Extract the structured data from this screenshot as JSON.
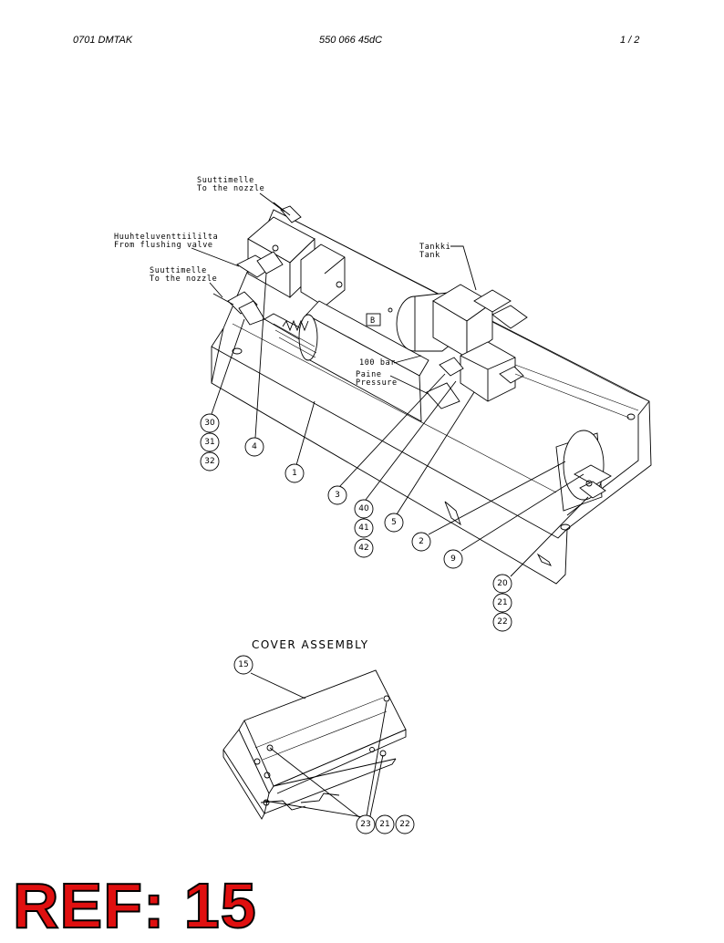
{
  "header": {
    "left": "0701 DMTAK",
    "center": "550 066 45dC",
    "right": "1 /  2"
  },
  "labels": {
    "nozzle_top_fi": "Suuttimelle",
    "nozzle_top_en": "To the nozzle",
    "flush_fi": "Huuhteluventtiililta",
    "flush_en": "From flushing valve",
    "nozzle2_fi": "Suuttimelle",
    "nozzle2_en": "To the nozzle",
    "tank_fi": "Tankki",
    "tank_en": "Tank",
    "bar": "100 bar",
    "pressure_fi": "Paine",
    "pressure_en": "Pressure",
    "box_b": "B",
    "cover_title": "COVER ASSEMBLY"
  },
  "callouts": {
    "c30": "30",
    "c31": "31",
    "c32": "32",
    "c4": "4",
    "c1": "1",
    "c3": "3",
    "c40": "40",
    "c41": "41",
    "c42": "42",
    "c5": "5",
    "c2": "2",
    "c9": "9",
    "c20": "20",
    "c21": "21",
    "c22": "22",
    "c15": "15",
    "c23": "23",
    "c21b": "21",
    "c22b": "22"
  },
  "ref_stamp": "REF: 15",
  "colors": {
    "ref_text": "#e01010",
    "line": "#000000"
  }
}
